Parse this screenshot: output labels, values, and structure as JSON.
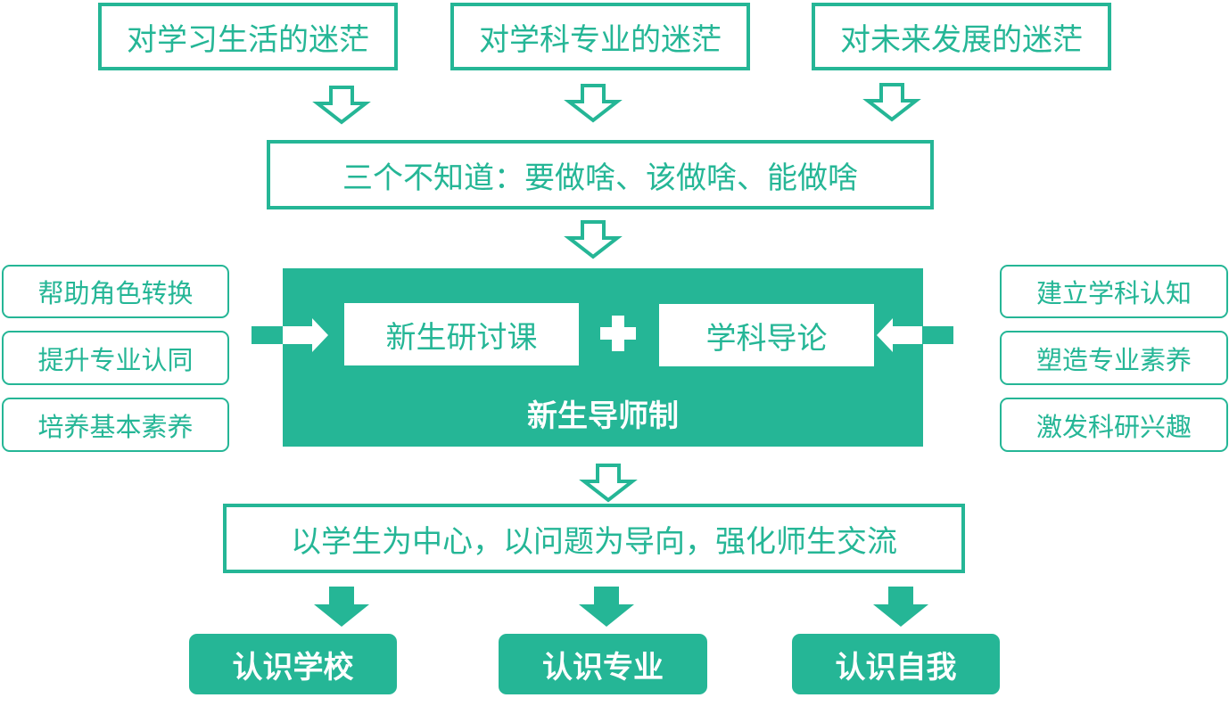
{
  "top_confusions": [
    "对学习生活的迷茫",
    "对学科专业的迷茫",
    "对未来发展的迷茫"
  ],
  "three_unknowns": "三个不知道：要做啥、该做啥、能做啥",
  "core": {
    "left": "新生研讨课",
    "right": "学科导论",
    "title": "新生导师制"
  },
  "left_goals": [
    "帮助角色转换",
    "提升专业认同",
    "培养基本素养"
  ],
  "right_goals": [
    "建立学科认知",
    "塑造专业素养",
    "激发科研兴趣"
  ],
  "principle": "以学生为中心，以问题为导向，强化师生交流",
  "outcomes": [
    "认识学校",
    "认识专业",
    "认识自我"
  ],
  "colors": {
    "accent": "#25b696"
  }
}
